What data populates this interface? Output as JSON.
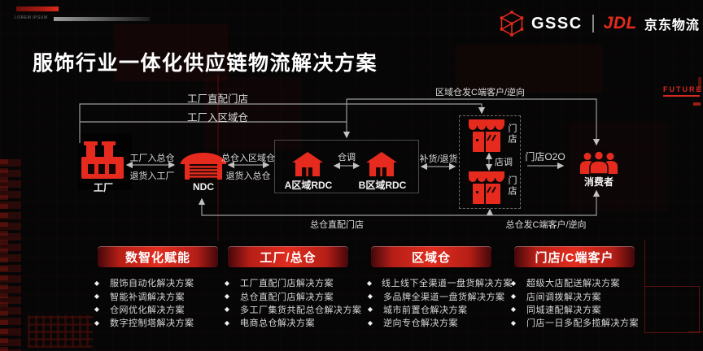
{
  "header": {
    "corner_text": "LOREM IPSUM",
    "logo": {
      "gssc": "GSSC",
      "jdl": "JDL",
      "jdl_cn": "京东物流"
    },
    "future_label": "FUTURE"
  },
  "title": "服饰行业一体化供应链物流解决方案",
  "diagram": {
    "nodes": {
      "factory": "工厂",
      "ndc": "NDC",
      "rdc_a": "A区域RDC",
      "rdc_b": "B区域RDC",
      "store_top": "门店",
      "store_bottom": "门店",
      "consumer": "消费者"
    },
    "flows": {
      "factory_direct_store": "工厂直配门店",
      "factory_to_regional": "工厂入区域仓",
      "regional_to_c": "区域仓发C端客户/逆向",
      "factory_to_main": "工厂入总仓",
      "return_to_factory": "退货入工厂",
      "main_to_regional": "总仓入区域仓",
      "return_to_main": "退货入总仓",
      "warehouse_transfer": "仓调",
      "replenish_return": "补货/退货",
      "store_transfer": "店调",
      "store_o2o": "门店O2O",
      "main_direct_store": "总仓直配门店",
      "main_to_c": "总仓发C端客户/逆向"
    }
  },
  "solutions": {
    "bullet": "◆",
    "columns": [
      {
        "title": "数智化赋能",
        "items": [
          "服饰自动化解决方案",
          "智能补调解决方案",
          "仓网优化解决方案",
          "数字控制塔解决方案"
        ]
      },
      {
        "title": "工厂/总仓",
        "items": [
          "工厂直配门店解决方案",
          "总仓直配门店解决方案",
          "多工厂集货共配总仓解决方案",
          "电商总仓解决方案"
        ]
      },
      {
        "title": "区域仓",
        "items": [
          "线上线下全渠道一盘货解决方案",
          "多品牌全渠道一盘货解决方案",
          "城市前置仓解决方案",
          "逆向专仓解决方案"
        ]
      },
      {
        "title": "门店/C端客户",
        "items": [
          "超级大店配送解决方案",
          "店间调拨解决方案",
          "同城速配解决方案",
          "门店一日多配多揽解决方案"
        ]
      }
    ]
  },
  "colors": {
    "accent": "#e62b1e",
    "line_gray": "#9c9c9c",
    "bar_red": "#e12d1f"
  }
}
